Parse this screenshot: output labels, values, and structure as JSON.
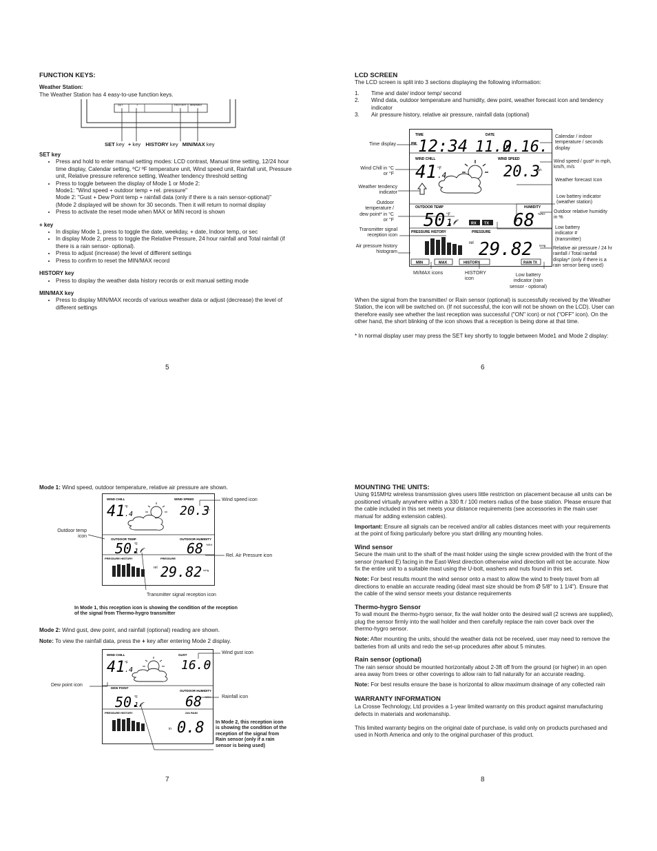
{
  "p5": {
    "title": "FUNCTION KEYS:",
    "ws_head": "Weather Station:",
    "ws_text": "The Weather Station has 4 easy-to-use function keys.",
    "diagram": {
      "k1": "SET",
      "k2": "+",
      "k3": "HISTORY",
      "k4": "MIN/MAX",
      "cap_set_b": "SET",
      "cap_set": " key",
      "cap_plus_b": "+",
      "cap_plus": " key",
      "cap_hist_b": "HISTORY",
      "cap_hist": " key",
      "cap_mm_b": "MIN/MAX",
      "cap_mm": " key"
    },
    "set_head": "SET key",
    "set_items": [
      "Press and hold to enter manual setting modes: LCD contrast, Manual time setting, 12/24 hour time display, Calendar setting, ºC/ ºF temperature unit, Wind speed unit, Rainfall unit, Pressure unit, Relative pressure reference setting, Weather tendency threshold setting",
      "Press to toggle between the display of Mode 1 or Mode 2:",
      "Press to activate the reset mode when MAX or MIN record is shown"
    ],
    "set_sub": [
      "Mode1: \"Wind speed + outdoor temp + rel. pressure\"",
      "Mode 2: \"Gust + Dew Point temp + rainfall data (only if there is a rain sensor-optional)\"",
      "(Mode 2 displayed will be shown for 30 seconds. Then it will return to normal display"
    ],
    "plus_head": "+ key",
    "plus_items": [
      "In display Mode 1, press to toggle the date, weekday, + date, Indoor temp, or sec",
      "In display Mode 2, press to toggle the Relative Pressure, 24 hour rainfall and Total rainfall (if there is a rain sensor- optional).",
      "Press to adjust (increase) the level of different settings",
      "Press to confirm to reset the MIN/MAX record"
    ],
    "hist_head": "HISTORY key",
    "hist_items": [
      "Press to display the weather data history records or exit manual setting mode"
    ],
    "mm_head": "MIN/MAX key",
    "mm_items": [
      "Press to display MIN/MAX records of various weather data or adjust (decrease) the level of different settings"
    ],
    "num": "5"
  },
  "p6": {
    "title": "LCD SCREEN",
    "intro": "The LCD screen is split into 3 sections displaying the following information:",
    "list": [
      {
        "n": "1.",
        "t": "Time and date/ indoor temp/ second"
      },
      {
        "n": "2.",
        "t": "Wind data, outdoor temperature and humidity, dew point, weather forecast icon and tendency indicator"
      },
      {
        "n": "3.",
        "t": " Air pressure history, relative air pressure, rainfall data (optional)"
      }
    ],
    "lcd": {
      "time_lbl": "TIME",
      "date_lbl": "DATE",
      "pm": "PM",
      "time": "12:34",
      "date1": "11.0",
      "date2": "2.16.",
      "wc_lbl": "WIND CHILL",
      "ws_lbl": "WIND SPEED",
      "wc_big": "41",
      "wc_small": ".4",
      "wc_unit": "°F",
      "ws_val": "20.3",
      "ws_unit": "mph",
      "ot_lbl": "OUTDOOR TEMP",
      "hum_lbl": "HUMIDITY",
      "ot_big": "50.",
      "ot_small": "1",
      "ot_unit": "°F",
      "rx": "RX",
      "tx": "TX",
      "hum_val": "68",
      "hum_unit": "%RH",
      "ph_lbl": "PRESSURE HISTORY",
      "pr_lbl": "PRESSURE",
      "rel": "rel",
      "pr_val": "29.82",
      "pr_unit": "inHg",
      "min": "MIN",
      "max": "MAX",
      "hist": "HISTORY",
      "rain_btn": "RAIN TX"
    },
    "callouts": {
      "time_display": "Time display",
      "wind_chill": "Wind Chill in °C or °F",
      "tendency": "Weather tendency indicator",
      "outdoor": "Outdoor temperature / dew point* in °C or °F",
      "tx_signal": "Transmitter signal reception icon",
      "histogram": "Air pressure history histogram",
      "minmax": "MI/MAX icons",
      "history": "HISTORY icon",
      "lowbat_rain": "Low battery indicator (rain sensor - optional)",
      "calendar": "Calendar / indoor temperature / seconds display",
      "wind_speed": "Wind speed / gust* in mph, km/h, m/s",
      "forecast": "Weather forecast Icon",
      "lowbat_ws": "Low battery indicator (weather station)",
      "humidity": "Outdoor relative humidity in %",
      "lowbat_tx": "Low battery indicator  # (transmitter)",
      "rel_pressure": "Relative air pressure  / 24 hr rainfall / Total rainfall display* (only if there is a rain sensor being used)"
    },
    "para1": "When the signal from the transmitter/ or Rain sensor (optional) is successfully received by the Weather Station, the icon will be switched on. (If not successful, the icon will not be shown on the LCD).  User can therefore easily see whether the last reception was successful (\"ON\" icon) or not (\"OFF\" icon). On the other hand, the short blinking of the icon shows that a reception is being done at that time.",
    "para2": "* In normal display user may press the SET key shortly to toggle between Mode1 and Mode 2 display:",
    "num": "6"
  },
  "p7": {
    "mode1_b": "Mode 1:",
    "mode1": " Wind speed, outdoor temperature, relative air pressure are shown.",
    "m1_callouts": {
      "wind_speed_icon": "Wind speed icon",
      "outdoor_temp_icon": "Outdoor temp icon",
      "rel_air": "Rel. Air Pressure icon",
      "tx": "Transmitter signal reception icon"
    },
    "m1_note": "In Mode 1, this reception icon is showing the condition of the reception of the signal from Thermo-hygro transmitter",
    "mode2_b": "Mode 2:",
    "mode2": " Wind gust, dew point, and rainfall (optional) reading are shown.",
    "note_b": "Note:",
    "note_a": " To view the rainfall data, press the ",
    "note_plus": "+",
    "note_c": " key after entering Mode 2 display.",
    "m2_callouts": {
      "gust": "Wind gust icon",
      "dew": "Dew point icon",
      "rainfall": "Rainfall icon"
    },
    "m2_note": "In Mode 2, this reception icon is showing the condition of the reception of the signal from Rain sensor (only if a rain sensor is being used)",
    "lcd1": {
      "wc": "WIND CHILL",
      "ws": "WIND SPEED",
      "wc_big": "41",
      "wc_small": ".4",
      "unit": "°F",
      "ws_val": "20.3",
      "ws_unit": "mph",
      "ot": "OUTDOOR TEMP",
      "hum": "OUTDOOR HUMIDITY",
      "ot_val": "50.",
      "ot_small": "1",
      "hum_val": "68",
      "hum_unit": "%RH",
      "ph": "PRESSURE HISTORY",
      "pr": "PRESSURE",
      "rel": "rel",
      "pr_val": "29.82",
      "pr_unit": "inHg"
    },
    "lcd2": {
      "wc": "WIND CHILL",
      "gust": "GUST",
      "wc_big": "41",
      "wc_small": ".4",
      "unit": "°F",
      "g_val": "16.0",
      "g_unit": "mph",
      "dew": "DEW POINT",
      "hum": "OUTDOOR HUMIDITY",
      "dp_val": "50.",
      "dp_small": "1",
      "hum_val": "68",
      "hum_unit": "%RH",
      "ph": "PRESSURE HISTORY",
      "rain": "24h RAIN",
      "in": "in",
      "rain_val": "0.8"
    },
    "num": "7"
  },
  "p8": {
    "title": "MOUNTING THE UNITS:",
    "intro": "Using 915MHz wireless transmission gives users little restriction on placement because all units can be positioned virtually anywhere within a 330 ft / 100 meters radius of the base station.  Please ensure that the cable included in this set meets your distance requirements (see accessories in the main user manual for adding extension cables).",
    "imp_b": "Important:",
    "imp": " Ensure all signals can be received and/or all cables distances meet with your requirements at the point of fixing particularly before you start drilling any mounting holes.",
    "wind_head": "Wind sensor",
    "wind_text": "Secure the main unit to the shaft of the mast holder using the single screw provided with the front of the sensor (marked E) facing in the East-West direction otherwise wind direction will not be accurate.  Now fix the entire unit to a suitable mast using the U-bolt, washers and nuts found in this set.",
    "wind_note_b": "Note:",
    "wind_note": " For best results mount the wind sensor onto a mast to allow the wind to freely travel from all directions to enable an accurate reading (ideal mast size should be from Ø 5/8\" to 1 1/4\").  Ensure that the cable of the wind sensor meets your distance requirements",
    "th_head": "Thermo-hygro Sensor",
    "th_text": "To wall mount the thermo-hygro sensor, fix the wall holder onto the desired wall (2 screws are supplied), plug the sensor firmly into the wall holder and then carefully replace the rain cover back over the thermo-hygro sensor.",
    "th_note_b": "Note:",
    "th_note": " After mounting the units, should the weather data not be received, user may need to remove the batteries from all units and redo the set-up procedures after about 5 minutes.",
    "rain_head": "Rain sensor (optional)",
    "rain_text": "The rain sensor should be mounted horizontally about 2-3ft off from the ground (or higher) in an open area away from trees or other coverings to allow rain to fall naturally for an accurate reading.",
    "rain_note_b": "Note:",
    "rain_note": " For best results ensure the base is horizontal to allow maximum drainage of any collected rain",
    "war_head": "WARRANTY INFORMATION",
    "war_text1": "La Crosse Technology, Ltd provides a 1-year limited warranty on this product against manufacturing defects in materials and workmanship.",
    "war_text2": "This limited warranty begins on the original date of purchase, is valid only on products purchased and used in North America and only to the original purchaser of this product.",
    "num": "8"
  }
}
